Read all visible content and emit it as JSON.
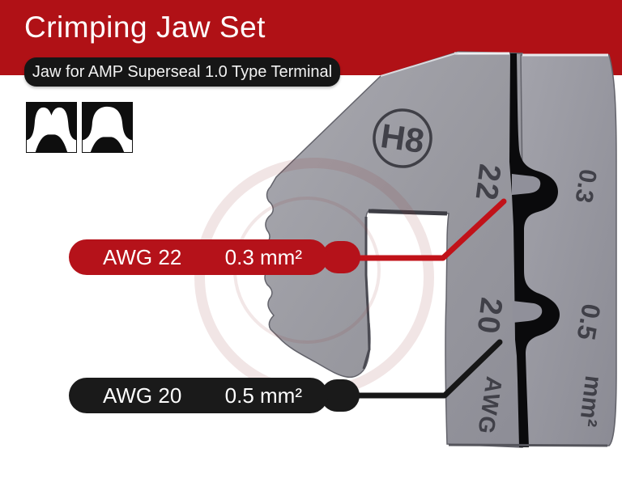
{
  "header": {
    "title": "Crimping Jaw Set",
    "subtitle": "Jaw for AMP Superseal 1.0 Type Terminal"
  },
  "profile_icons": [
    {
      "name": "wire-crimp-profile"
    },
    {
      "name": "insulation-crimp-profile"
    }
  ],
  "jaw": {
    "stamp": "H8",
    "top_slot": {
      "awg": "22",
      "size_mm2": "0.3"
    },
    "bottom_slot": {
      "awg": "20",
      "size_mm2": "0.5"
    },
    "column_labels": {
      "left": "AWG",
      "right": "mm²"
    }
  },
  "callouts": {
    "top": {
      "label_awg": "AWG 22",
      "label_size": "0.3 mm²",
      "color": "#b5121a"
    },
    "bottom": {
      "label_awg": "AWG 20",
      "label_size": "0.5 mm²",
      "color": "#1a1a1a"
    }
  },
  "colors": {
    "banner_red": "#b01116",
    "callout_red": "#b5121a",
    "callout_black": "#1a1a1a",
    "metal_gray": "#9a9aa2",
    "gap_black": "#0a0a0c"
  }
}
